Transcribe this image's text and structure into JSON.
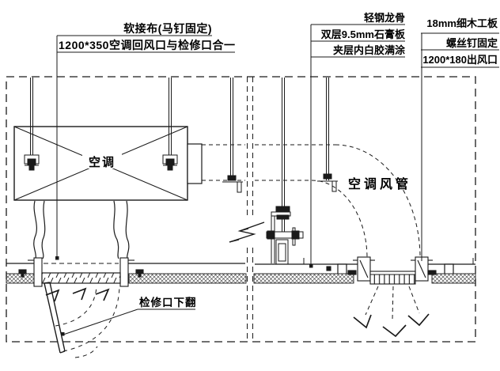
{
  "labels": {
    "soft_cloth": "软接布(马钉固定)",
    "return_vent": "1200*350空调回风口与检修口合一",
    "keel": "轻钢龙骨",
    "gypsum": "双层9.5mm石膏板",
    "glue": "夹层内白胶满涂",
    "blockboard": "18mm细木工板",
    "screws": "螺丝钉固定",
    "outlet": "1200*180出风口",
    "ac_unit": "空调",
    "duct": "空调风管",
    "access_panel": "检修口下翻"
  },
  "colors": {
    "line": "#1a1a1a",
    "background": "#ffffff"
  }
}
